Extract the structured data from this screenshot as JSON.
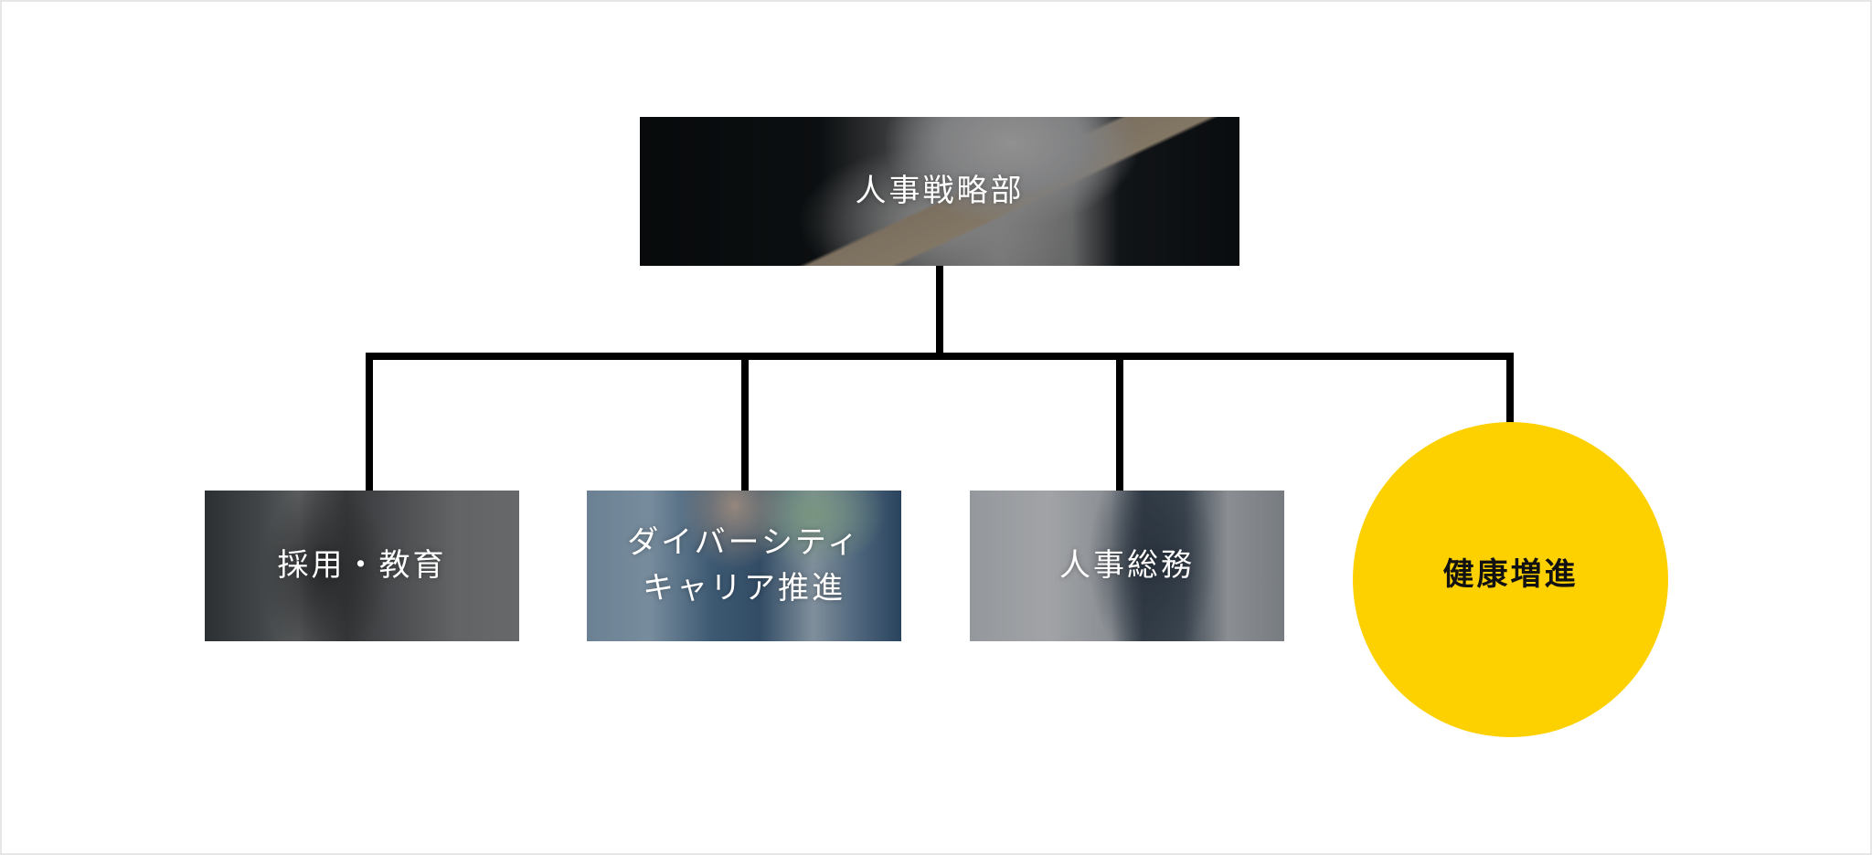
{
  "diagram": {
    "type": "org-chart",
    "root": {
      "label": "人事戦略部",
      "style": "photo-box"
    },
    "children": [
      {
        "label": "採用・教育",
        "style": "photo-box"
      },
      {
        "label": "ダイバーシティ\nキャリア推進",
        "style": "photo-box"
      },
      {
        "label": "人事総務",
        "style": "photo-box"
      },
      {
        "label": "健康増進",
        "style": "highlight-circle"
      }
    ],
    "colors": {
      "connector": "#000000",
      "highlight_fill": "#FDD000",
      "highlight_text": "#111111",
      "photo_label_text": "#FFFFFF",
      "background": "#FFFFFF"
    }
  }
}
